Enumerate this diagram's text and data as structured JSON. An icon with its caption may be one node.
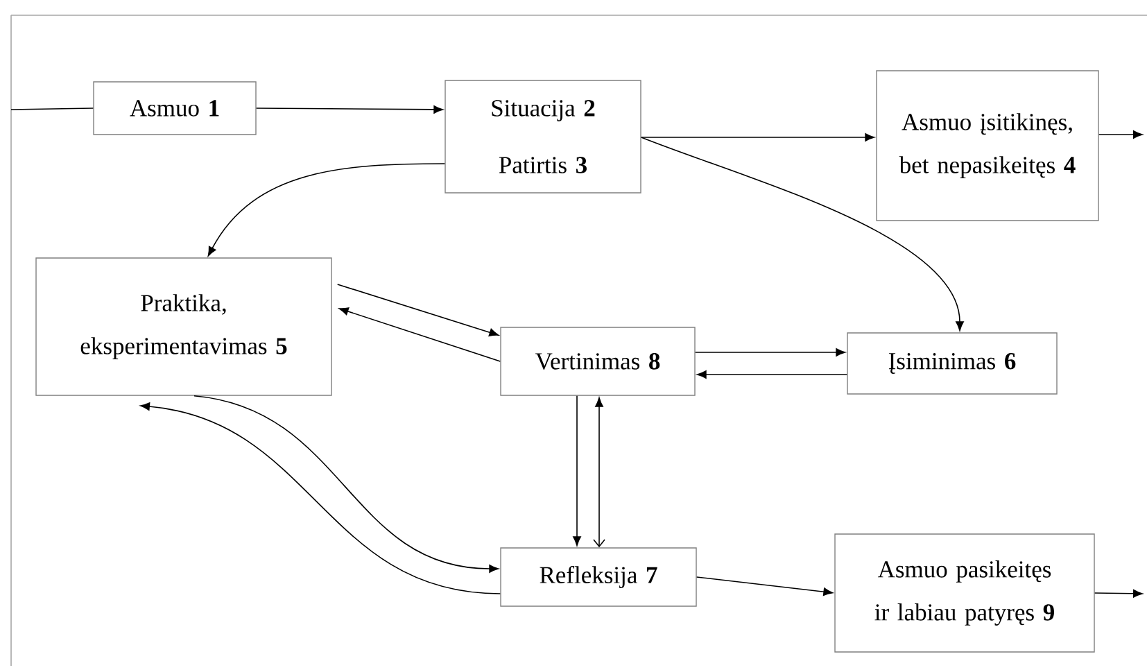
{
  "diagram": {
    "nodes": [
      {
        "text": [
          "Asmuo **1**"
        ]
      },
      {
        "text": [
          "Situacija **2**",
          "Patirtis **3**"
        ]
      },
      {
        "text": [
          "Asmuo įsitikinęs, bet nepasikeitęs **4**"
        ]
      },
      {
        "text": [
          "Praktika, eksperimentavimas **5**"
        ]
      },
      {
        "text": [
          "Vertinimas **8**"
        ]
      },
      {
        "text": [
          "Įsiminimas **6**"
        ]
      },
      {
        "text": [
          "Refleksija **7**"
        ]
      },
      {
        "text": [
          "Asmuo pasikeitęs ir labiau patyręs **9**"
        ]
      }
    ],
    "edges": [
      {
        "from": null,
        "to": 0,
        "arrow": "none"
      },
      {
        "from": 0,
        "to": 1,
        "arrow": "to"
      },
      {
        "from": 1,
        "to": 2,
        "arrow": "to"
      },
      {
        "from": 1,
        "to": 3,
        "arrow": "to"
      },
      {
        "from": 1,
        "to": 5,
        "arrow": "to"
      },
      {
        "from": 2,
        "to": null,
        "arrow": "to"
      },
      {
        "from": 3,
        "to": 4,
        "arrow": "to"
      },
      {
        "from": 4,
        "to": 3,
        "arrow": "to"
      },
      {
        "from": 4,
        "to": 5,
        "arrow": "to"
      },
      {
        "from": 5,
        "to": 4,
        "arrow": "to"
      },
      {
        "from": 4,
        "to": 6,
        "arrow": "to"
      },
      {
        "from": 6,
        "to": 4,
        "arrow": "both"
      },
      {
        "from": 3,
        "to": 6,
        "arrow": "to"
      },
      {
        "from": 6,
        "to": 3,
        "arrow": "to"
      },
      {
        "from": 6,
        "to": 7,
        "arrow": "to"
      },
      {
        "from": 7,
        "to": null,
        "arrow": "to"
      }
    ]
  }
}
